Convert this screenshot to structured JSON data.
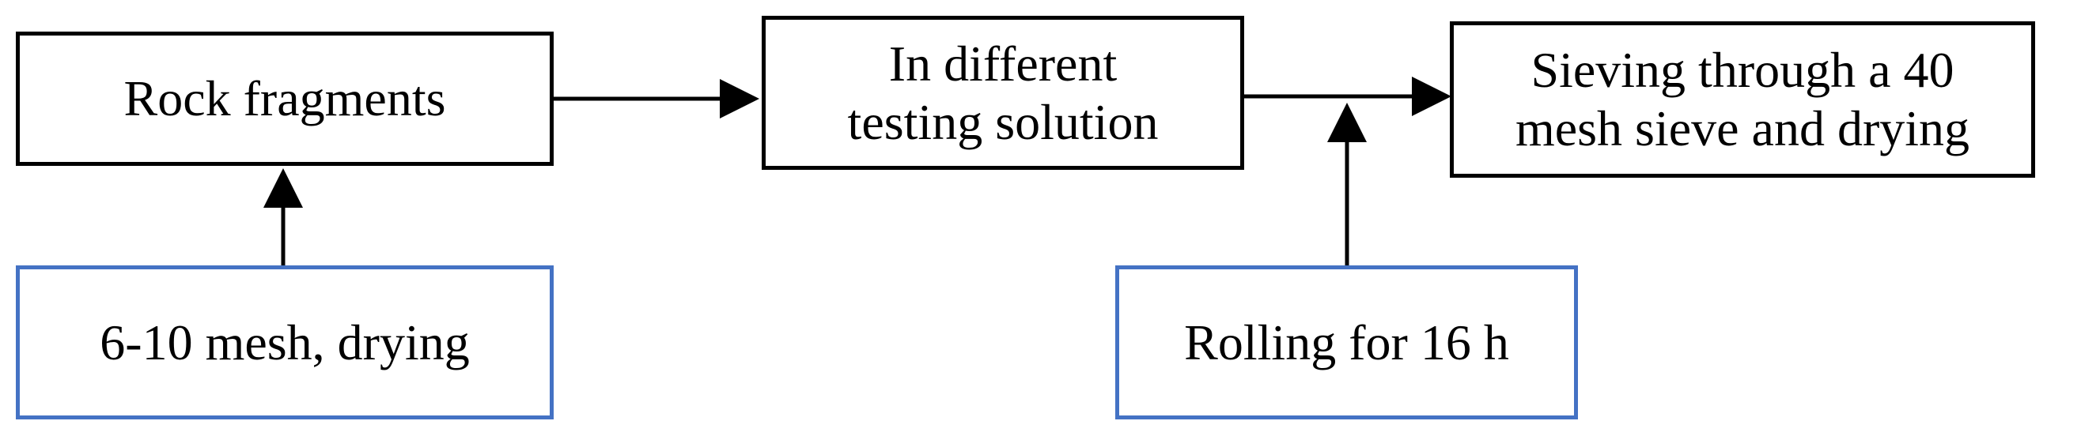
{
  "nodes": {
    "rock_fragments": {
      "lines": [
        "Rock fragments"
      ]
    },
    "testing_solution": {
      "lines": [
        "In different",
        "testing solution"
      ]
    },
    "sieving": {
      "lines": [
        "Sieving through a 40",
        "mesh sieve and drying"
      ]
    },
    "mesh_drying": {
      "lines": [
        "6-10 mesh, drying"
      ]
    },
    "rolling": {
      "lines": [
        "Rolling for 16 h"
      ]
    }
  },
  "colors": {
    "step_border": "#000000",
    "input_border": "#4472C4",
    "arrow": "#000000"
  }
}
